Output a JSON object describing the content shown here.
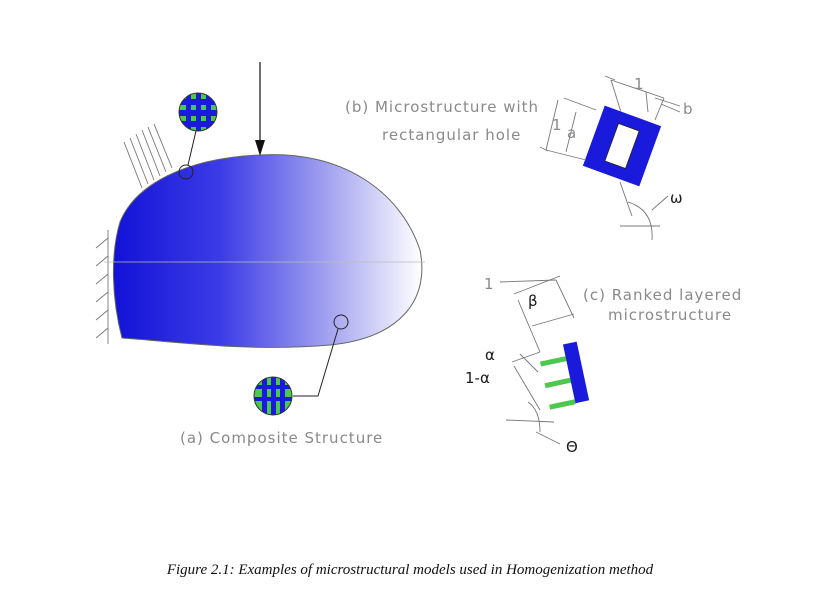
{
  "panels": {
    "a": {
      "label": "(a) Composite Structure"
    },
    "b": {
      "label_line1": "(b) Microstructure with",
      "label_line2": "rectangular hole",
      "dim_one_top": "1",
      "dim_one_left": "1",
      "dim_a": "a",
      "dim_b": "b",
      "angle": "ω"
    },
    "c": {
      "label_line1": "(c) Ranked layered",
      "label_line2": "microstructure",
      "dim_one": "1",
      "beta": "β",
      "alpha": "α",
      "one_minus_alpha": "1-α",
      "theta": "Θ"
    }
  },
  "caption": "Figure 2.1: Examples of microstructural models used in Homogenization method",
  "colors": {
    "blue": "#1a1adc",
    "green": "#4cc84c",
    "gray": "#8a8a8a"
  }
}
